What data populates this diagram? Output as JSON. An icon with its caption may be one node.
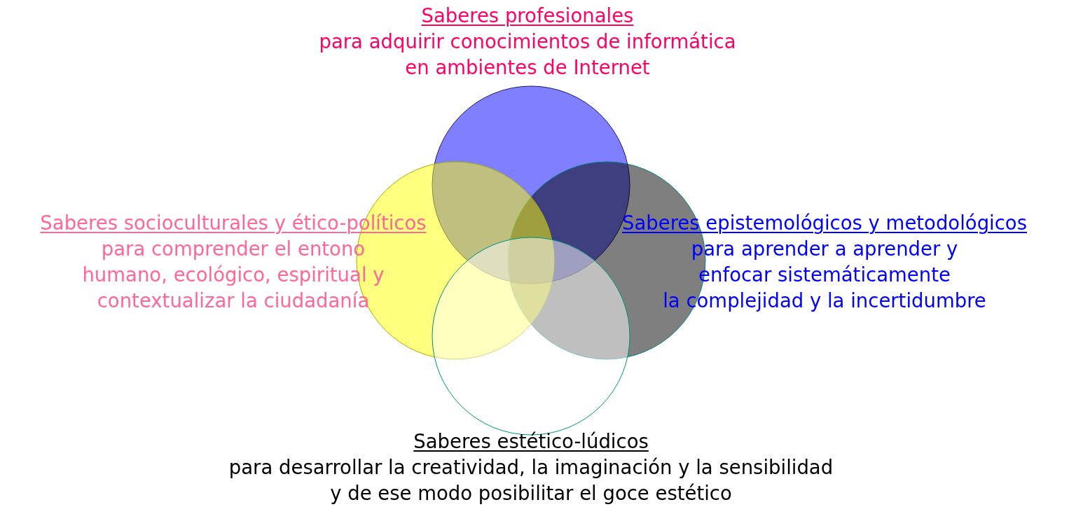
{
  "diagram": {
    "nodes": [
      {
        "text": [],
        "shape": "circle",
        "beside": [
          "Saberes profesionales",
          "para adquirir conocimientos de informática en ambientes de Internet"
        ]
      },
      {
        "text": [],
        "shape": "circle",
        "beside": [
          "Saberes socioculturales y ético-políticos",
          "para comprender el entono humano, ecológico, espiritual y contextualizar la ciudadanía"
        ]
      },
      {
        "text": [],
        "shape": "circle",
        "beside": [
          "Saberes epistemológicos y metodológicos",
          "para aprender a aprender y enfocar sistemáticamente la complejidad y la incertidumbre"
        ]
      },
      {
        "text": [],
        "shape": "circle",
        "beside": [
          "Saberes estético-lúdicos",
          "para desarrollar la creatividad, la imaginación y la sensibilidad y de ese modo posibilitar el goce estético"
        ]
      }
    ]
  }
}
